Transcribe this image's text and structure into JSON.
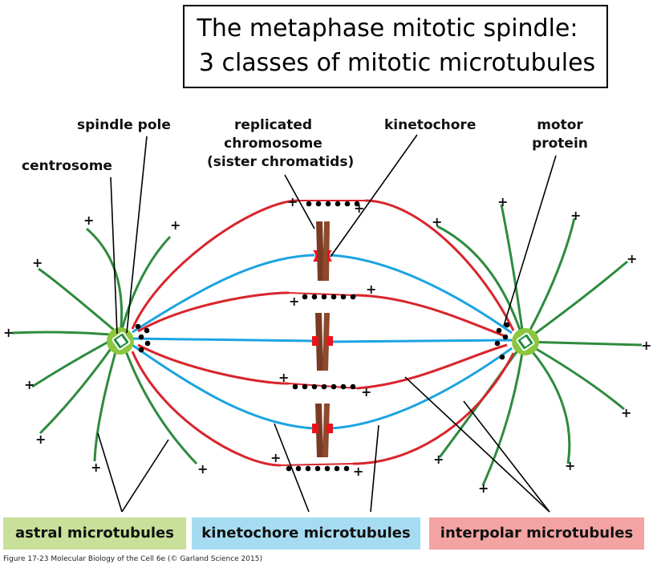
{
  "title": {
    "line1": "The metaphase mitotic spindle:",
    "line2": "3 classes of mitotic microtubules"
  },
  "labels": {
    "spindle_pole": "spindle pole",
    "centrosome": "centrosome",
    "chromosome_line1": "replicated",
    "chromosome_line2": "chromosome",
    "chromosome_line3": "(sister chromatids)",
    "kinetochore": "kinetochore",
    "motor_line1": "motor",
    "motor_line2": "protein"
  },
  "categories": {
    "astral": {
      "label": "astral microtubules",
      "color": "#c8e09a"
    },
    "kinetochore": {
      "label": "kinetochore microtubules",
      "color": "#a6dcf2"
    },
    "interpolar": {
      "label": "interpolar microtubules",
      "color": "#f4a3a3"
    }
  },
  "colors": {
    "astral": "#2e8b3e",
    "kinetochore_mt": "#1ca4e0",
    "interpolar": "#d8252c",
    "chromosome": "#7a3b24",
    "kinetochore": "#e8141c",
    "centrosome": "#8cc63f",
    "motor": "#000000"
  },
  "plus_sign": "+",
  "caption": "Figure 17-23  Molecular Biology of the Cell 6e (© Garland Science 2015)"
}
